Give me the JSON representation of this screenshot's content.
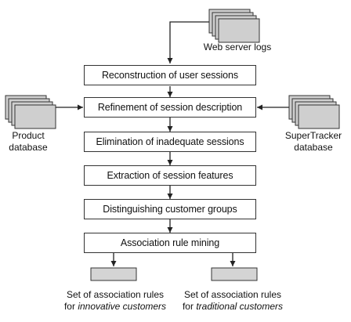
{
  "inputs": {
    "web_server_logs": "Web server logs",
    "product_database": [
      "Product",
      "database"
    ],
    "supertracker_database": [
      "SuperTracker",
      "database"
    ]
  },
  "steps": [
    "Reconstruction of user sessions",
    "Refinement of session description",
    "Elimination of inadequate sessions",
    "Extraction of session features",
    "Distinguishing customer groups",
    "Association rule mining"
  ],
  "outputs": {
    "innovative": {
      "line1": "Set of association rules",
      "prefix": "for ",
      "emphasis": "innovative customers"
    },
    "traditional": {
      "line1": "Set of association rules",
      "prefix": "for ",
      "emphasis": "traditional customers"
    }
  },
  "colors": {
    "stroke": "#333333",
    "doc_fill": "#cfcfcf",
    "result_fill": "#d4d4d4"
  }
}
